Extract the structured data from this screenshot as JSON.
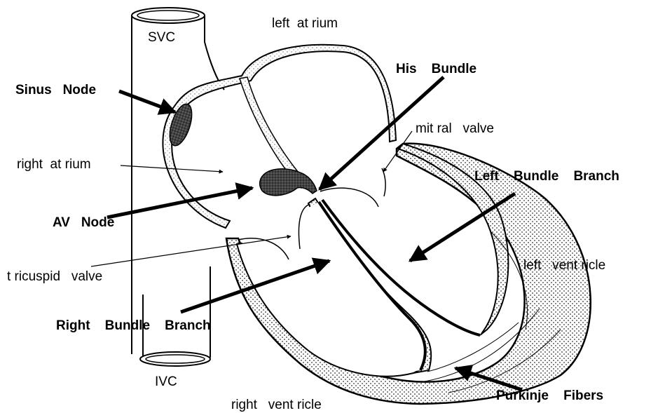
{
  "labels": {
    "svc": "SVC",
    "ivc": "IVC",
    "left_atrium": "left  at rium",
    "right_atrium": "right  at rium",
    "left_ventricle": "left   vent ricle",
    "right_ventricle": "right   vent ricle",
    "mitral_valve": "mit ral   valve",
    "tricuspid_valve": "t ricuspid   valve",
    "sinus_node": "Sinus   Node",
    "av_node": "AV   Node",
    "his_bundle": "His    Bundle",
    "left_bundle_branch": "Left    Bundle    Branch",
    "right_bundle_branch": "Right    Bundle    Branch",
    "purkinje_fibers": "Purkinje    Fibers"
  },
  "colors": {
    "stroke": "#000000",
    "stipple": "#555555",
    "node_fill": "#333333"
  }
}
